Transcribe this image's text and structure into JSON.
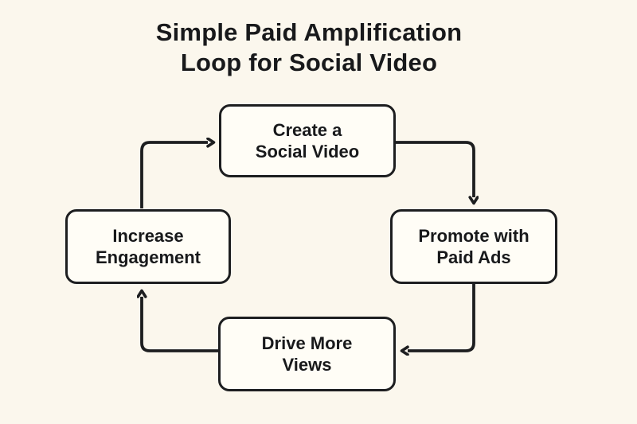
{
  "title": "Simple Paid Amplification\nLoop for Social Video",
  "colors": {
    "background": "#FBF7ED",
    "node_fill": "#FFFDF6",
    "stroke": "#1D1E20",
    "text": "#18191B"
  },
  "diagram": {
    "type": "cycle-flowchart",
    "nodes": [
      {
        "id": "create-social-video",
        "label": "Create a\nSocial Video",
        "position": "top"
      },
      {
        "id": "promote-paid-ads",
        "label": "Promote with\nPaid Ads",
        "position": "right"
      },
      {
        "id": "drive-more-views",
        "label": "Drive More\nViews",
        "position": "bottom"
      },
      {
        "id": "increase-engagement",
        "label": "Increase\nEngagement",
        "position": "left"
      }
    ],
    "edges": [
      {
        "from": "create-social-video",
        "to": "promote-paid-ads"
      },
      {
        "from": "promote-paid-ads",
        "to": "drive-more-views"
      },
      {
        "from": "drive-more-views",
        "to": "increase-engagement"
      },
      {
        "from": "increase-engagement",
        "to": "create-social-video"
      }
    ]
  }
}
